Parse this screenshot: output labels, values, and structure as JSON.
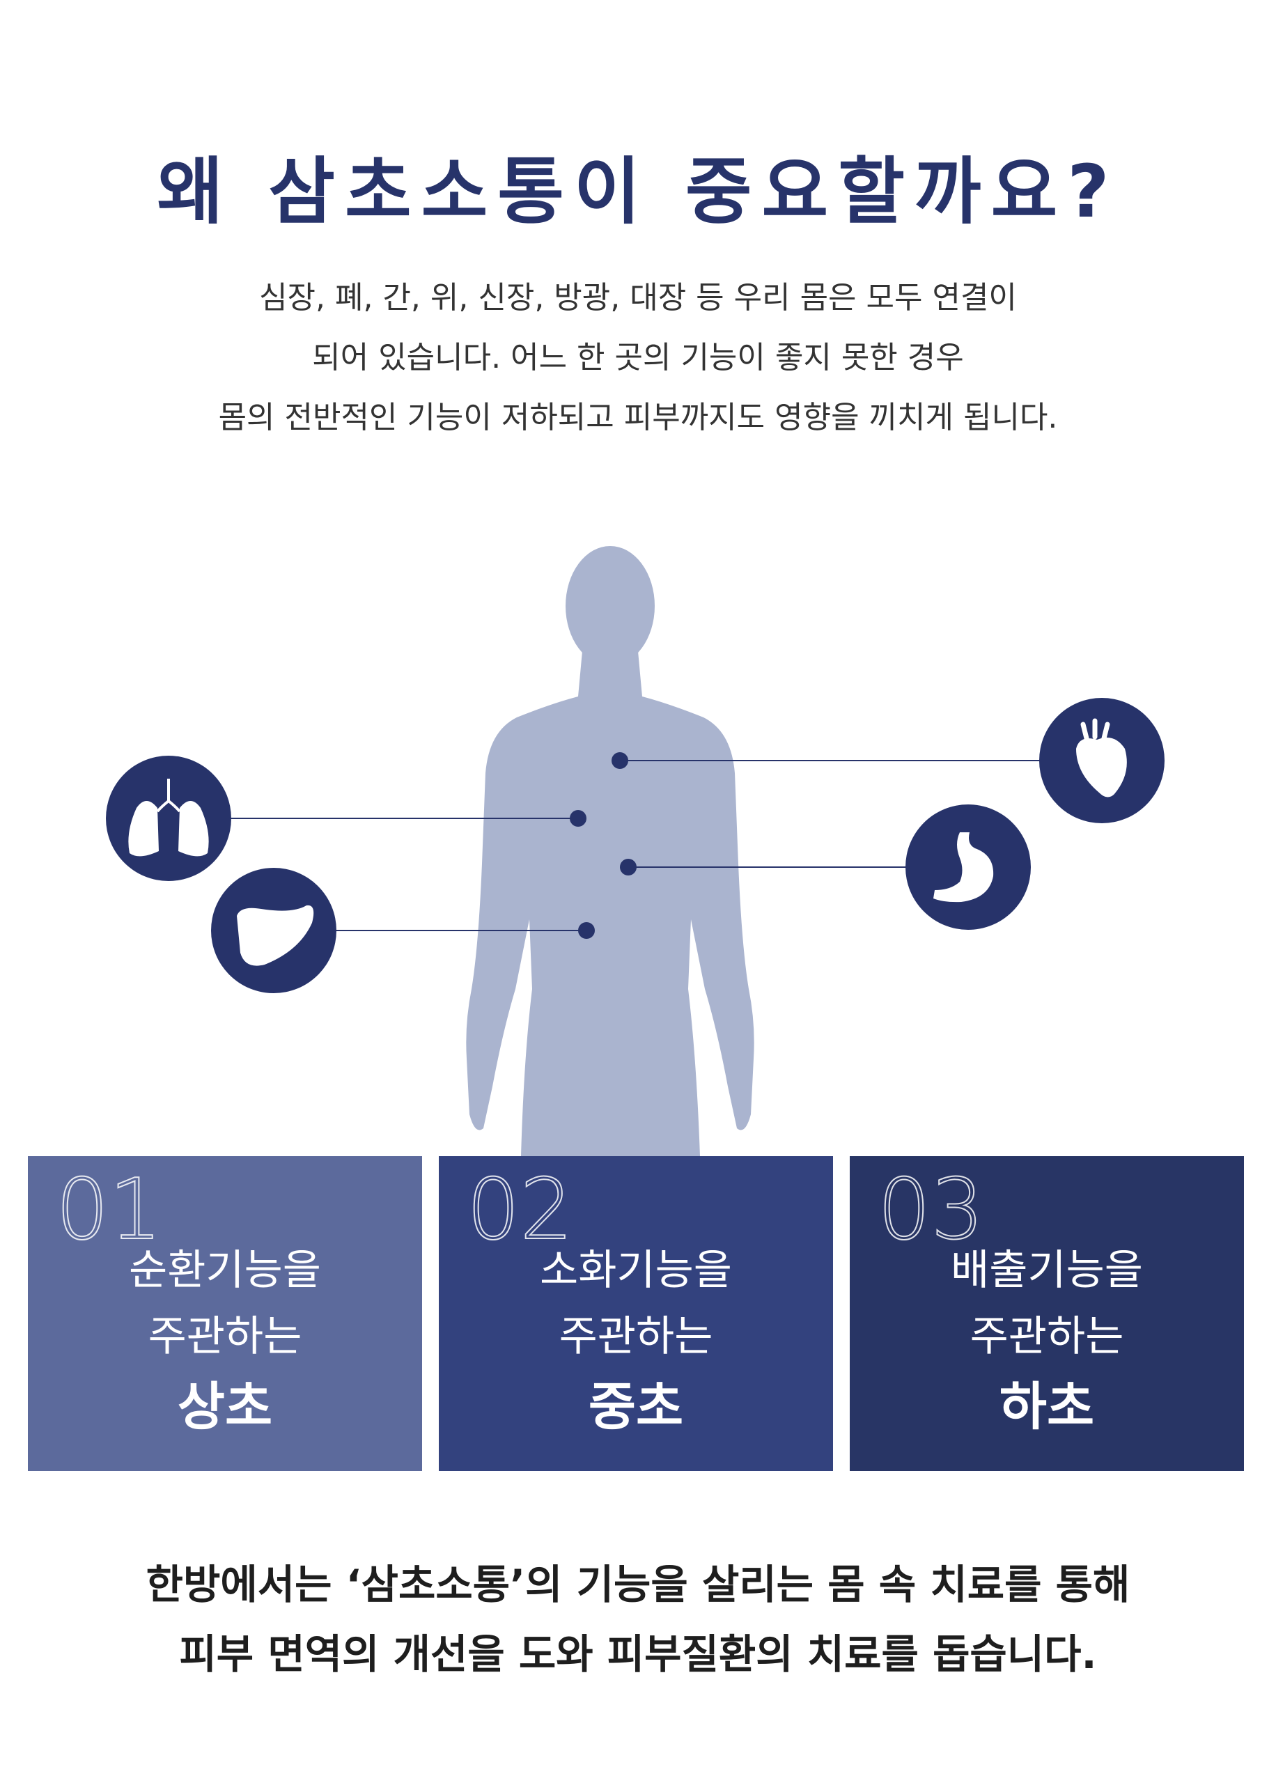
{
  "title": "왜 삼초소통이 중요할까요?",
  "intro": [
    "심장, 폐, 간, 위, 신장, 방광, 대장 등 우리 몸은 모두  연결이",
    "되어 있습니다. 어느 한 곳의 기능이 좋지 못한 경우",
    "몸의 전반적인 기능이 저하되고 피부까지도 영향을 끼치게 됩니다."
  ],
  "organs": [
    {
      "icon": "lungs-icon"
    },
    {
      "icon": "liver-icon"
    },
    {
      "icon": "heart-icon"
    },
    {
      "icon": "stomach-icon"
    }
  ],
  "cards": [
    {
      "number": "01",
      "line1": "순환기능을",
      "line2": "주관하는",
      "name": "상초"
    },
    {
      "number": "02",
      "line1": "소화기능을",
      "line2": "주관하는",
      "name": "중초"
    },
    {
      "number": "03",
      "line1": "배출기능을",
      "line2": "주관하는",
      "name": "하초"
    }
  ],
  "closing": [
    "한방에서는 ‘삼초소통’의 기능을 살리는 몸 속 치료를 통해",
    "피부 면역의 개선을 도와 피부질환의 치료를 돕습니다."
  ],
  "colors": {
    "title": "#27336a",
    "silhouette": "#aab4cf",
    "icon_circle": "#27336a",
    "card_1": "#5c6a9c",
    "card_2": "#33427e",
    "card_3": "#283565"
  }
}
